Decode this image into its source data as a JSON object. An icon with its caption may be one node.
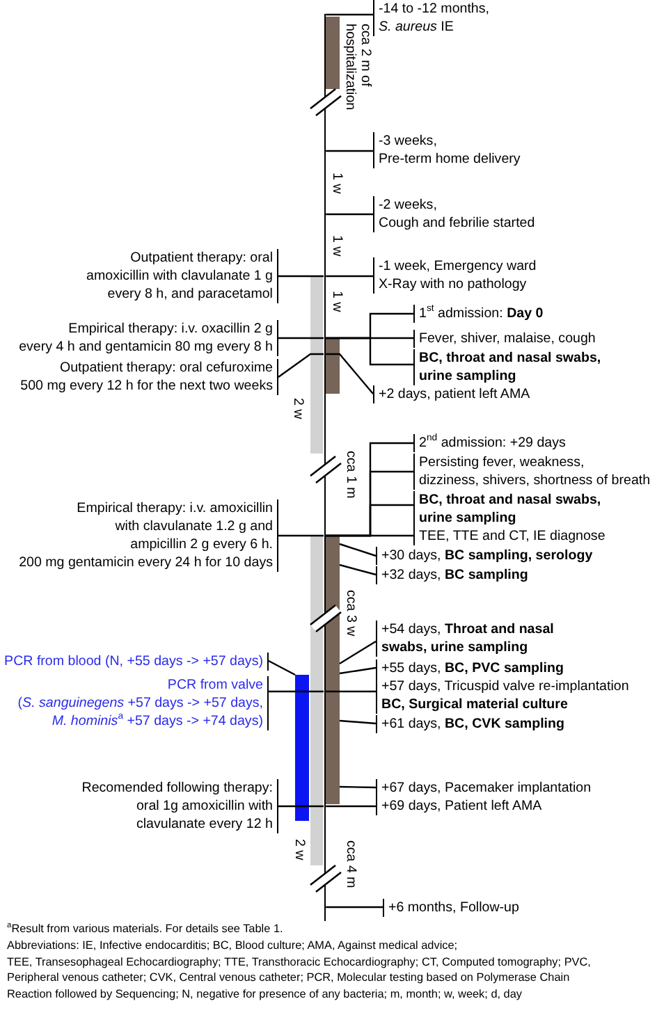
{
  "diagram": {
    "nodes": [
      {
        "text": [],
        "shape": "line"
      },
      {
        "text": [],
        "shape": "bar",
        "beside": [
          "cca 2 m of hospitalization"
        ]
      },
      {
        "text": [
          "-14 to -12 months, *S. aureus* IE"
        ]
      },
      {
        "text": [
          "-3 weeks, Pre-term home delivery"
        ]
      },
      {
        "text": [
          "-2 weeks, Cough and febrilie started"
        ]
      },
      {
        "text": [
          "Outpatient therapy: oral amoxicillin with clavulanate 1 g every 8 h, and paracetamol"
        ]
      },
      {
        "text": [
          "-1 week, Emergency ward X-Ray with no pathology"
        ]
      },
      {
        "text": [],
        "shape": "bar"
      },
      {
        "text": [
          "1$^{st}$ admission: **Day 0**"
        ]
      },
      {
        "text": [
          "Empirical therapy: i.v. oxacillin 2 g every 4 h and gentamicin 80 mg every 8 h"
        ]
      },
      {
        "text": [
          "Fever, shiver, malaise, cough"
        ]
      },
      {
        "text": [],
        "shape": "bar"
      },
      {
        "text": [
          "BC, throat and nasal swabs, urine sampling"
        ]
      },
      {
        "text": [
          "Outpatient therapy: oral cefuroxime 500 mg every 12 h for the next two weeks"
        ]
      },
      {
        "text": [
          "+2 days, patient left AMA"
        ]
      },
      {
        "text": [
          "2$^{nd}$ admission: +29 days"
        ]
      },
      {
        "text": [
          "Persisting fever, weakness, dizziness, shivers, shortness of breath"
        ]
      },
      {
        "text": [
          "BC, throat and nasal swabs, urine sampling"
        ]
      },
      {
        "text": [
          "Empirical therapy: i.v. amoxicillin with clavulanate 1.2 g and ampicillin 2 g every 6 h. 200 mg gentamicin every 24 h for 10 days"
        ]
      },
      {
        "text": [
          "TEE, TTE and CT, IE diagnose"
        ]
      },
      {
        "text": [],
        "shape": "bar"
      },
      {
        "text": [],
        "shape": "bar"
      },
      {
        "text": [
          "+30 days, **BC sampling, serology**"
        ]
      },
      {
        "text": [
          "+32 days, **BC sampling**"
        ]
      },
      {
        "text": [
          "+54 days, **Throat and nasal swabs, urine sampling**"
        ]
      },
      {
        "text": [
          "PCR from blood (N, +55 days -> +57 days)"
        ]
      },
      {
        "text": [
          "+55 days, **BC, PVC sampling**"
        ]
      },
      {
        "text": [],
        "shape": "bar"
      },
      {
        "text": [
          "PCR from valve (*S. sanguinegens* +57 days -> +57 days, *M. hominis*$^{a}$ +57 days -> +74 days)"
        ]
      },
      {
        "text": [
          "+57 days, Tricuspid valve re-implantation **BC, Surgical material culture**"
        ]
      },
      {
        "text": [
          "+61 days, **BC, CVK sampling**"
        ]
      },
      {
        "text": [
          "+67 days, Pacemaker implantation"
        ]
      },
      {
        "text": [
          "Recomended following therapy: oral 1g amoxicillin with clavulanate every 12 h"
        ]
      },
      {
        "text": [
          "+69 days, Patient left AMA"
        ]
      },
      {
        "text": [
          "+6 months, Follow-up"
        ]
      }
    ],
    "edges": [
      {
        "from": 0,
        "to": 2,
        "arrow": "none"
      },
      {
        "from": 0,
        "to": 3,
        "arrow": "none"
      },
      {
        "from": 0,
        "to": 4,
        "arrow": "none"
      },
      {
        "from": 5,
        "to": 0,
        "arrow": "none"
      },
      {
        "from": 0,
        "to": 6,
        "arrow": "none"
      },
      {
        "from": 0,
        "to": 8,
        "arrow": "none"
      },
      {
        "from": 9,
        "to": 0,
        "arrow": "none"
      },
      {
        "from": 0,
        "to": 10,
        "arrow": "none"
      },
      {
        "from": 0,
        "to": 12,
        "arrow": "none"
      },
      {
        "from": 13,
        "to": 0,
        "arrow": "none"
      },
      {
        "from": 0,
        "to": 14,
        "arrow": "none"
      },
      {
        "from": 0,
        "to": 15,
        "arrow": "none"
      },
      {
        "from": 0,
        "to": 16,
        "arrow": "none"
      },
      {
        "from": 0,
        "to": 17,
        "arrow": "none"
      },
      {
        "from": 18,
        "to": 0,
        "arrow": "none"
      },
      {
        "from": 0,
        "to": 19,
        "arrow": "none"
      },
      {
        "from": 21,
        "to": 22,
        "arrow": "none"
      },
      {
        "from": 21,
        "to": 23,
        "arrow": "none"
      },
      {
        "from": 21,
        "to": 24,
        "arrow": "none"
      },
      {
        "from": 25,
        "to": 27,
        "arrow": "none"
      },
      {
        "from": 21,
        "to": 26,
        "arrow": "none"
      },
      {
        "from": 28,
        "to": 0,
        "arrow": "none"
      },
      {
        "from": 0,
        "to": 29,
        "arrow": "none"
      },
      {
        "from": 21,
        "to": 30,
        "arrow": "none"
      },
      {
        "from": 21,
        "to": 31,
        "arrow": "none"
      },
      {
        "from": 32,
        "to": 0,
        "arrow": "none"
      },
      {
        "from": 0,
        "to": 33,
        "arrow": "none"
      },
      {
        "from": 0,
        "to": 34,
        "arrow": "none"
      }
    ],
    "labels": [
      "1 w",
      "1 w",
      "1 w",
      "2 w",
      "cca 1 m",
      "cca 3 w",
      "2 w",
      "cca 4 m",
      "$^{a}$Result from various materials. For details see Table 1.",
      "Abbreviations: IE, Infective endocarditis; BC, Blood culture; AMA, Against medical advice; TEE, Transesophageal Echocardiography; TTE, Transthoracic Echocardiography; CT, Computed tomography; PVC, Peripheral venous catheter; CVK, Central venous catheter; PCR, Molecular testing based on Polymerase Chain Reaction followed by Sequencing; N, negative for presence of any bacteria; m, month; w, week; d, day"
    ]
  }
}
